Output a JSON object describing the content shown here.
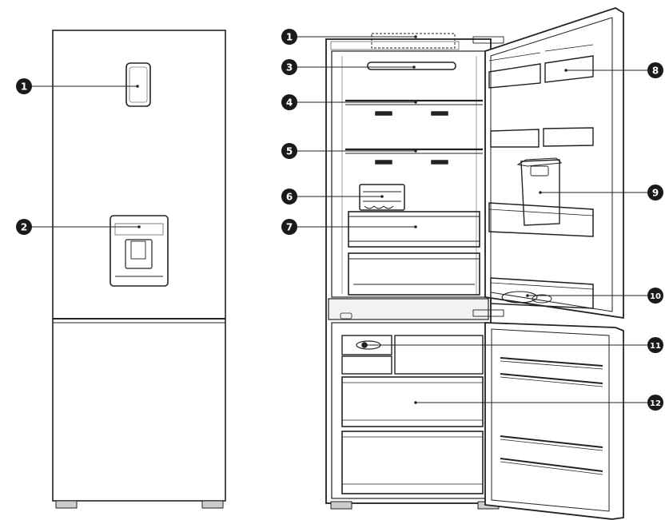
{
  "callouts": [
    {
      "id": "exterior-1",
      "label": "1"
    },
    {
      "id": "exterior-2",
      "label": "2"
    },
    {
      "id": "interior-1",
      "label": "1"
    },
    {
      "id": "interior-3",
      "label": "3"
    },
    {
      "id": "interior-4",
      "label": "4"
    },
    {
      "id": "interior-5",
      "label": "5"
    },
    {
      "id": "interior-6",
      "label": "6"
    },
    {
      "id": "interior-7",
      "label": "7"
    },
    {
      "id": "interior-8",
      "label": "8"
    },
    {
      "id": "interior-9",
      "label": "9"
    },
    {
      "id": "interior-10",
      "label": "10"
    },
    {
      "id": "interior-11",
      "label": "11"
    },
    {
      "id": "interior-12",
      "label": "12"
    }
  ],
  "colors": {
    "stroke": "#222222",
    "light_stroke": "#777777",
    "callout_fill": "#1a1a1a",
    "panel_fill": "#ffffff",
    "cabinet_shade": "#f2f2f2"
  }
}
